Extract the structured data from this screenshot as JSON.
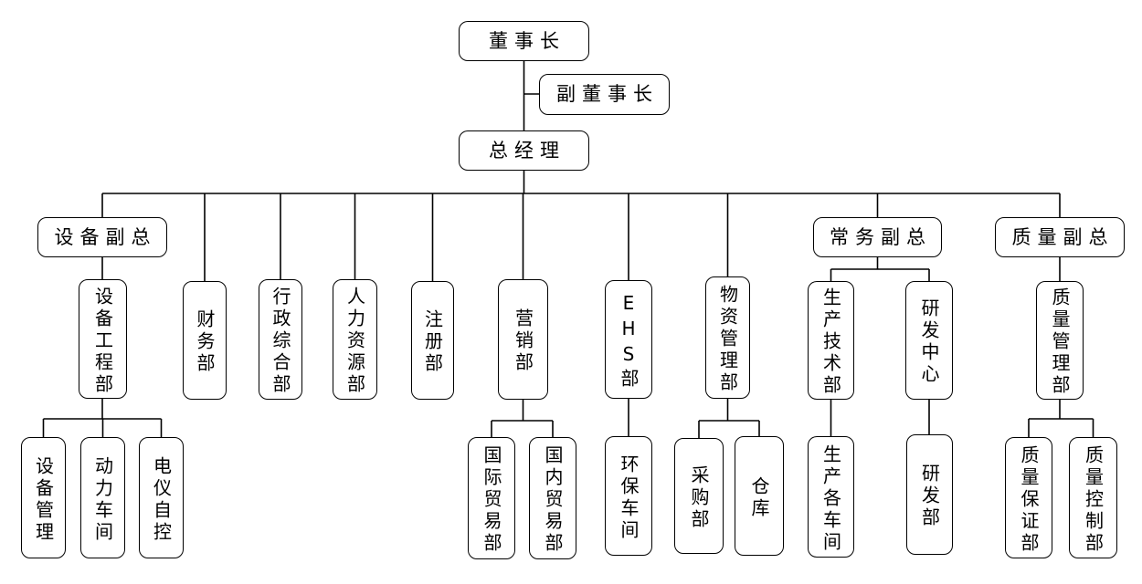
{
  "diagram": {
    "type": "org-chart",
    "background_color": "#ffffff",
    "node_fill_color": "#ffffff",
    "node_border_color": "#000000",
    "line_color": "#000000",
    "text_color": "#000000"
  },
  "nodes": {
    "chairman": {
      "label": "董事长"
    },
    "vice_chairman": {
      "label": "副董事长"
    },
    "general_manager": {
      "label": "总经理"
    },
    "equipment_vp": {
      "label": "设备副总"
    },
    "executive_vp": {
      "label": "常务副总"
    },
    "quality_vp": {
      "label": "质量副总"
    },
    "equipment_engineering_dept": {
      "label": "设备工程部"
    },
    "finance_dept": {
      "label": "财务部"
    },
    "admin_general_dept": {
      "label": "行政综合部"
    },
    "hr_dept": {
      "label": "人力资源部"
    },
    "registration_dept": {
      "label": "注册部"
    },
    "marketing_dept": {
      "label": "营销部"
    },
    "ehs_dept": {
      "label": "EHS部"
    },
    "materials_mgmt_dept": {
      "label": "物资管理部"
    },
    "production_tech_dept": {
      "label": "生产技术部"
    },
    "rd_center": {
      "label": "研发中心"
    },
    "quality_mgmt_dept": {
      "label": "质量管理部"
    },
    "equipment_management": {
      "label": "设备管理"
    },
    "power_workshop": {
      "label": "动力车间"
    },
    "electrical_instrument_control": {
      "label": "电仪自控"
    },
    "intl_trade_dept": {
      "label": "国际贸易部"
    },
    "domestic_trade_dept": {
      "label": "国内贸易部"
    },
    "environmental_workshop": {
      "label": "环保车间"
    },
    "purchasing_dept": {
      "label": "采购部"
    },
    "warehouse": {
      "label": "仓库"
    },
    "production_workshops": {
      "label": "生产各车间"
    },
    "rd_dept": {
      "label": "研发部"
    },
    "quality_assurance_dept": {
      "label": "质量保证部"
    },
    "quality_control_dept": {
      "label": "质量控制部"
    }
  },
  "hierarchy": {
    "chairman": [
      "vice_chairman",
      "general_manager"
    ],
    "general_manager": [
      "equipment_vp",
      "finance_dept",
      "admin_general_dept",
      "hr_dept",
      "registration_dept",
      "marketing_dept",
      "ehs_dept",
      "materials_mgmt_dept",
      "executive_vp",
      "quality_vp"
    ],
    "equipment_vp": [
      "equipment_engineering_dept"
    ],
    "equipment_engineering_dept": [
      "equipment_management",
      "power_workshop",
      "electrical_instrument_control"
    ],
    "marketing_dept": [
      "intl_trade_dept",
      "domestic_trade_dept"
    ],
    "ehs_dept": [
      "environmental_workshop"
    ],
    "materials_mgmt_dept": [
      "purchasing_dept",
      "warehouse"
    ],
    "executive_vp": [
      "production_tech_dept",
      "rd_center"
    ],
    "production_tech_dept": [
      "production_workshops"
    ],
    "rd_center": [
      "rd_dept"
    ],
    "quality_vp": [
      "quality_mgmt_dept"
    ],
    "quality_mgmt_dept": [
      "quality_assurance_dept",
      "quality_control_dept"
    ]
  }
}
